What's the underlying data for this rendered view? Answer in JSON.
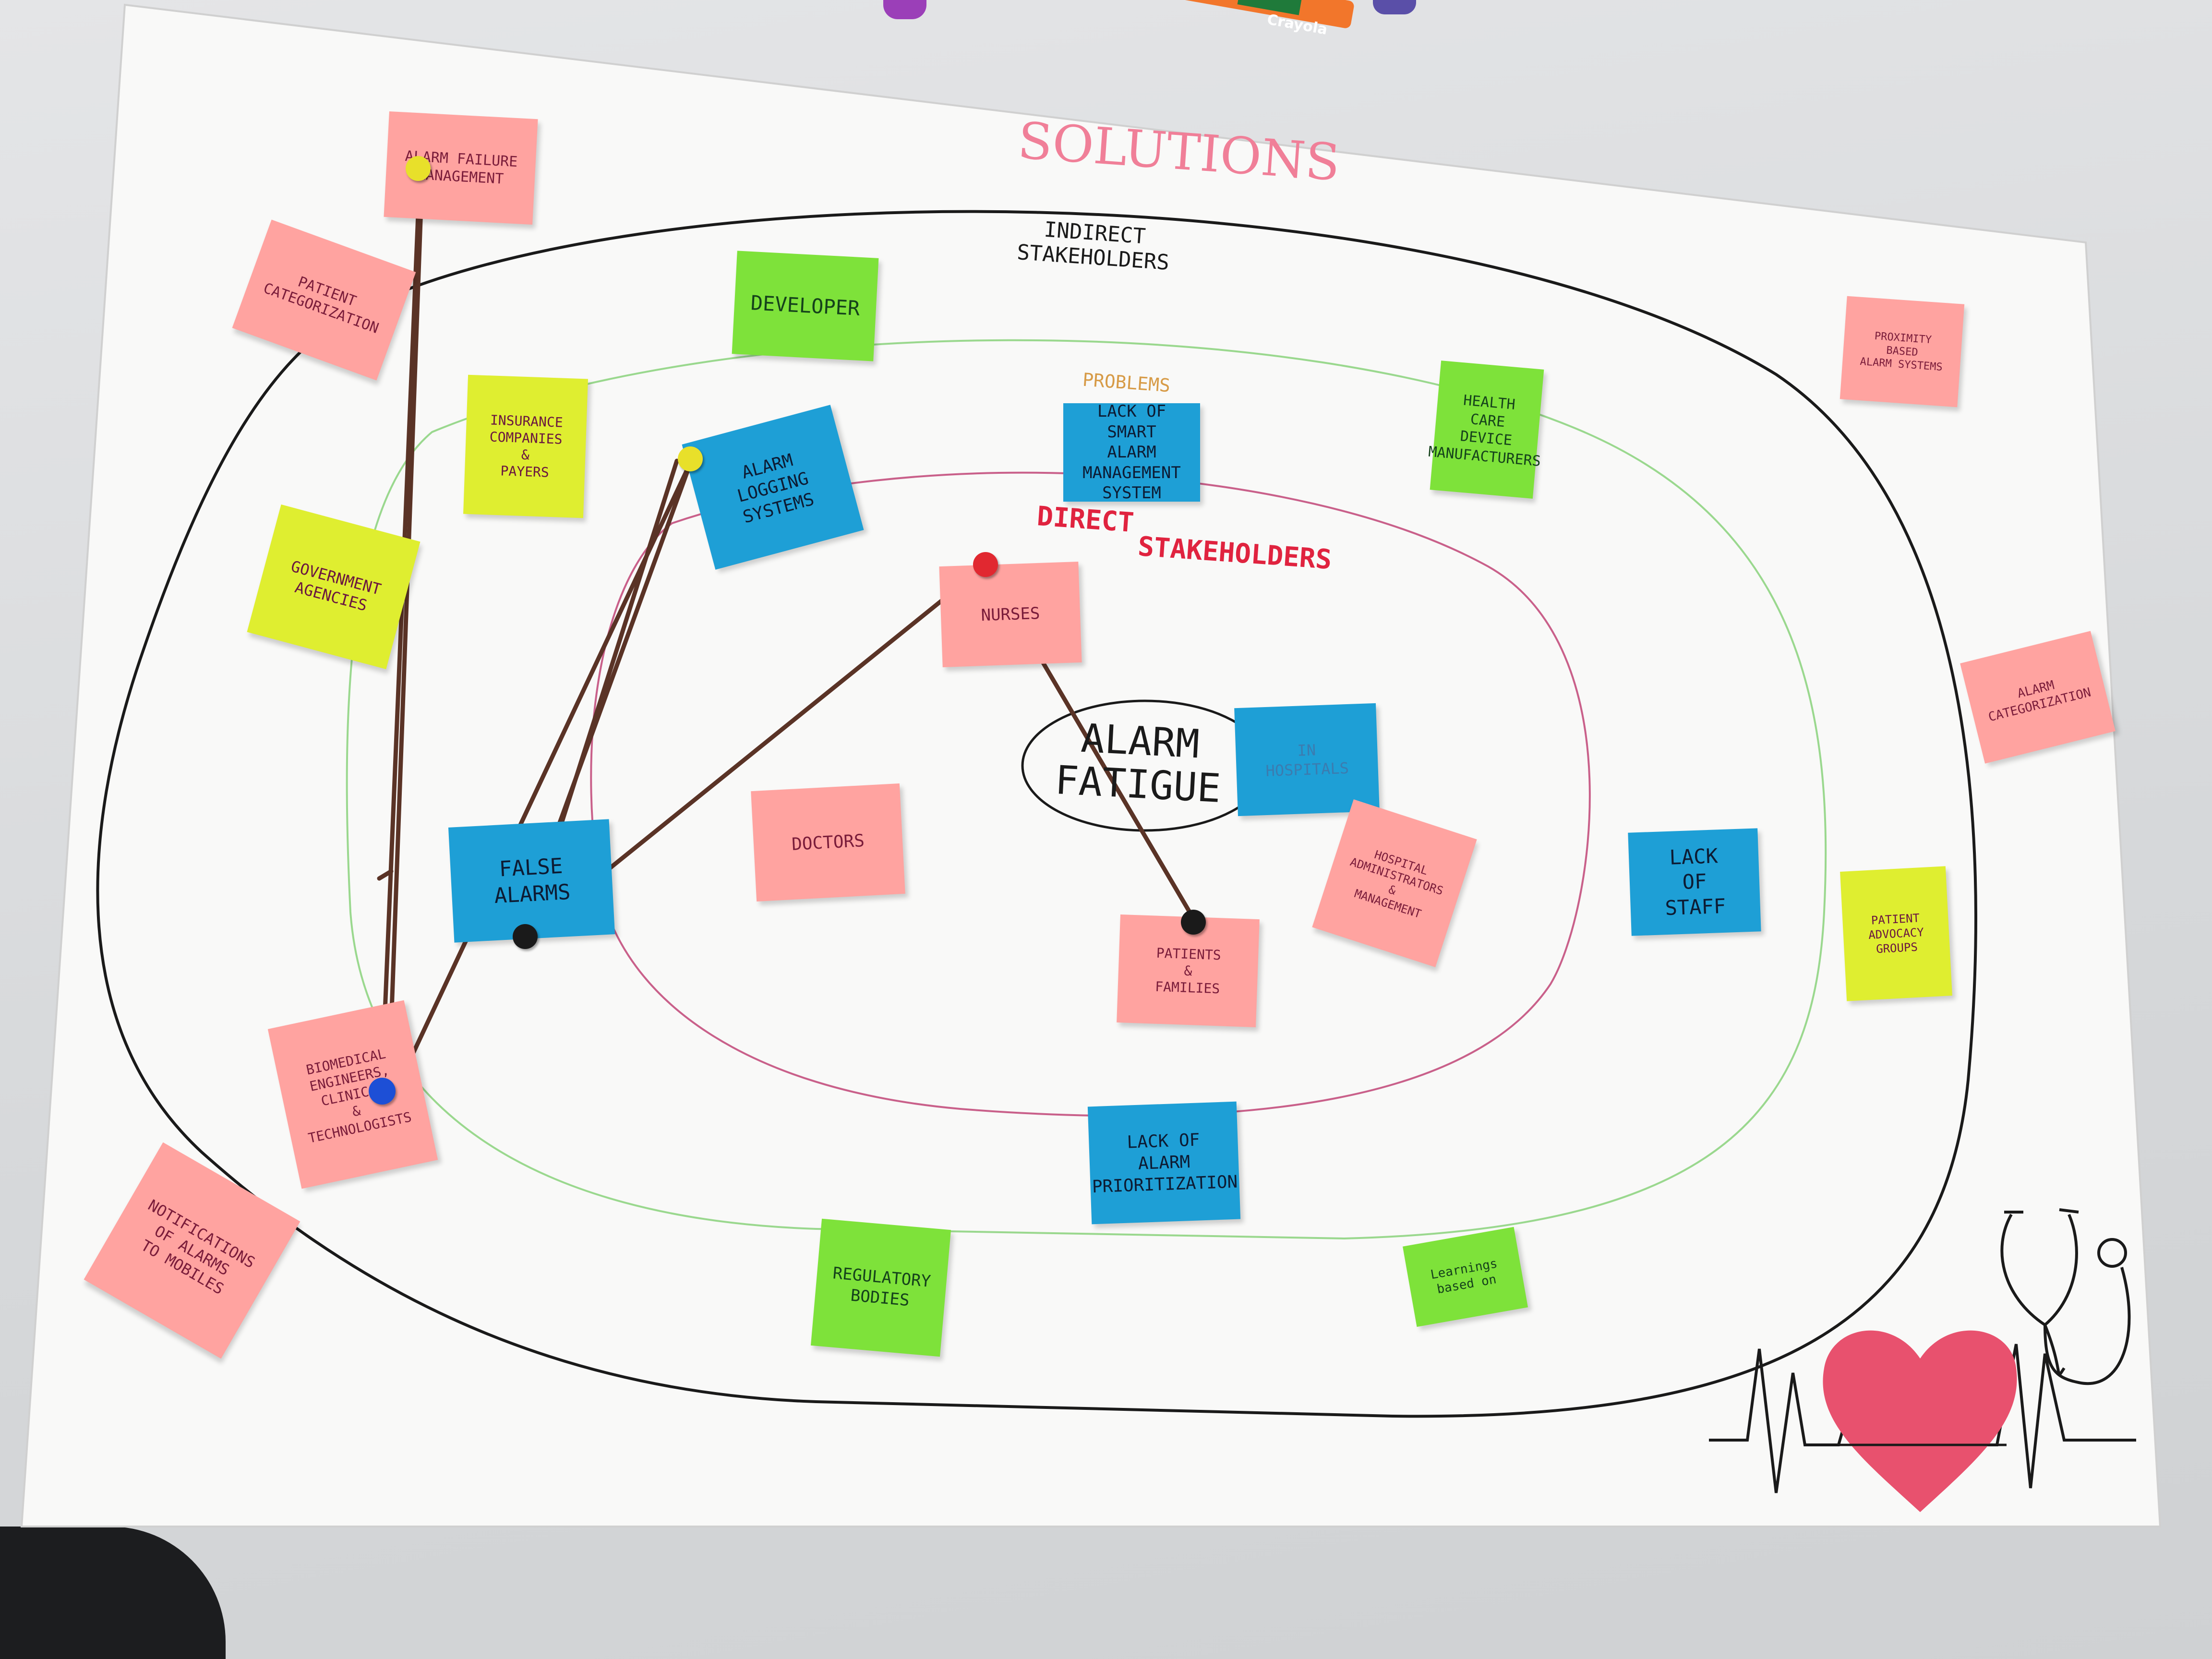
{
  "board": {
    "title": "Solutions",
    "ring_labels": {
      "outer": "Indirect\nStakeholders",
      "problems": "Problems",
      "direct_line1": "Direct",
      "direct_line2": "Stakeholders"
    },
    "center": "Alarm\nFatigue"
  },
  "notes": {
    "alarm_failure_mgmt": "Alarm failure\nmanagement",
    "patient_categorization": "Patient\ncategorization",
    "developer": "Developer",
    "insurance": "Insurance\ncompanies\n&\npayers",
    "government": "Government\nagencies",
    "alarm_logging": "Alarm\nlogging\nsystems",
    "lack_smart_alarm": "Lack of smart\nalarm\nmanagement\nsystem",
    "health_care_device": "Health\ncare\ndevice\nmanufacturers",
    "proximity_alarm": "Proximity\nbased\nalarm systems",
    "alarm_categorization": "Alarm\ncategorization",
    "nurses": "Nurses",
    "in_hospitals": "In\nhospitals",
    "false_alarms": "False\nalarms",
    "doctors": "Doctors",
    "hospital_admin": "Hospital\nadministrators\n&\nmanagement",
    "lack_of_staff": "Lack\nof\nstaff",
    "patient_advocacy": "Patient\nadvocacy\ngroups",
    "patients_families": "Patients\n&\nfamilies",
    "biomedical": "Biomedical\nengineers,\nclinical\n&\ntechnologists",
    "lack_prioritization": "Lack of\nalarm\nprioritization",
    "notifications": "Notifications\nof alarms\nto mobiles",
    "regulatory": "Regulatory\nbodies",
    "learnings": "Learnings\nbased on"
  },
  "props": {
    "crayon_label": "Crayola"
  },
  "colors": {
    "pink_note": "#ffa3a0",
    "blue_note": "#1e9fd6",
    "green_note": "#7ee23a",
    "yellow_note": "#dfee30",
    "yarn": "#5a3326",
    "heart": "#e8516e",
    "title_pink": "#f07f98",
    "direct_red": "#e0233f"
  },
  "icons": [
    "stethoscope-icon",
    "heart-icon",
    "heartbeat-line-icon",
    "push-pin-icon",
    "crayon-icon"
  ]
}
